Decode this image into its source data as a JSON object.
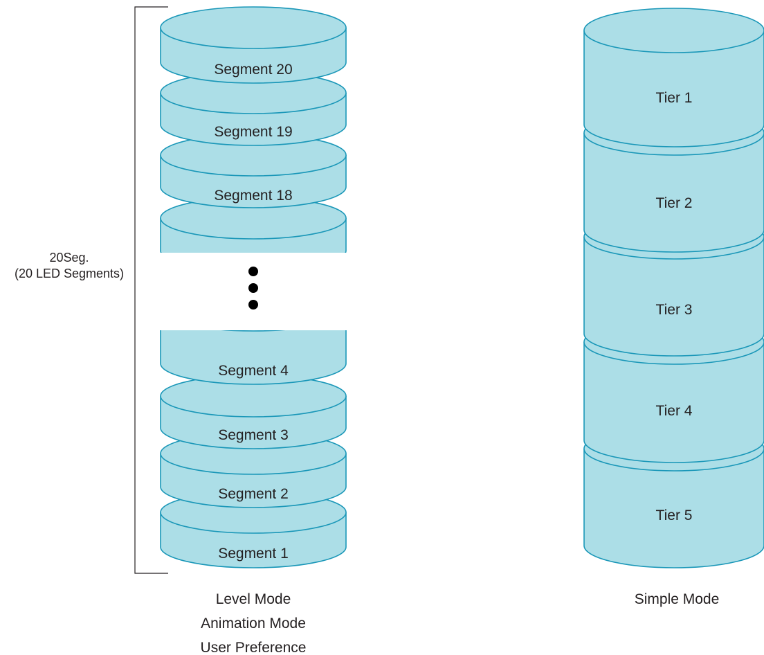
{
  "left_stack": {
    "bracket_label": {
      "line1": "20Seg.",
      "line2": "(20 LED Segments)"
    },
    "segments": [
      {
        "label": "Segment 20"
      },
      {
        "label": "Segment 19"
      },
      {
        "label": "Segment 18"
      },
      {
        "label": ""
      },
      {
        "label": "Segment 4"
      },
      {
        "label": "Segment 3"
      },
      {
        "label": "Segment 2"
      },
      {
        "label": "Segment 1"
      }
    ],
    "ellipsis": "⋮",
    "caption": [
      "Level Mode",
      "Animation Mode",
      "User Preference"
    ]
  },
  "right_stack": {
    "tiers": [
      {
        "label": "Tier 1"
      },
      {
        "label": "Tier 2"
      },
      {
        "label": "Tier 3"
      },
      {
        "label": "Tier 4"
      },
      {
        "label": "Tier 5"
      }
    ],
    "caption": "Simple Mode"
  },
  "colors": {
    "fill": "#acdee7",
    "stroke": "#1a97b8",
    "text": "#231f20"
  }
}
